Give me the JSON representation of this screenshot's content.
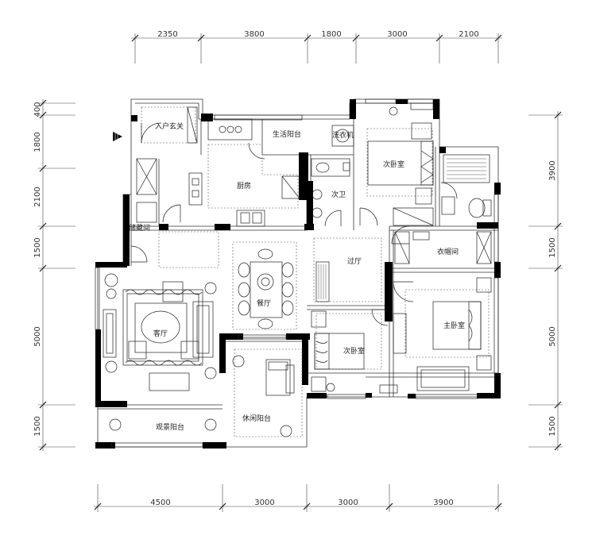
{
  "dimensions": {
    "top": [
      "2350",
      "3800",
      "1800",
      "3000",
      "2100"
    ],
    "bottom": [
      "4500",
      "3000",
      "3000",
      "3900"
    ],
    "left": [
      "400",
      "1800",
      "2100",
      "1500",
      "5000",
      "1500"
    ],
    "right": [
      "3900",
      "1500",
      "5000",
      "1500"
    ]
  },
  "rooms": {
    "entry_foyer": "入户玄关",
    "utility_balcony": "生活阳台",
    "washing_machine": "洗衣机",
    "kitchen": "厨房",
    "secondary_bath": "次卫",
    "secondary_bedroom_1": "次卧室",
    "storage": "储藏间",
    "hallway": "过厅",
    "wardrobe": "衣帽间",
    "dining": "餐厅",
    "living": "客厅",
    "master_bedroom": "主卧室",
    "secondary_bedroom_2": "次卧室",
    "leisure_balcony": "休闲阳台",
    "view_balcony": "观景阳台"
  }
}
